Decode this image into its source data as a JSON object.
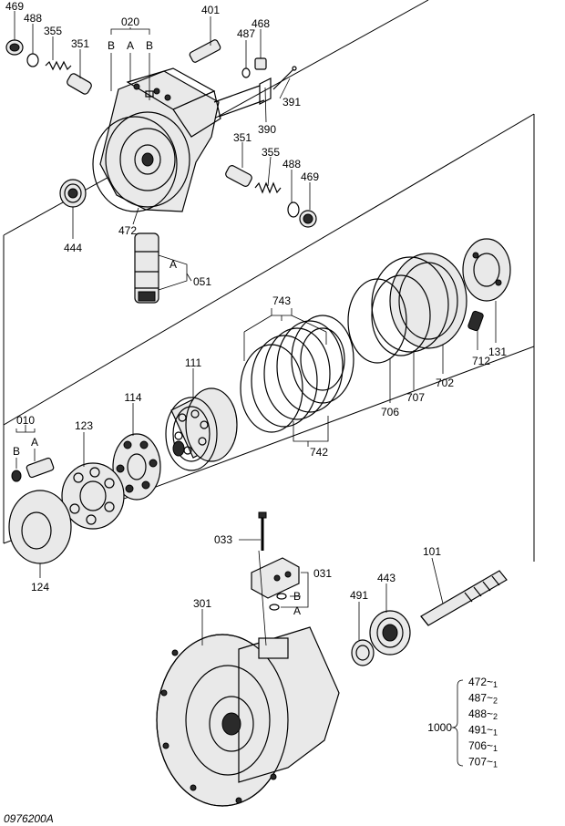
{
  "drawing_id": "0976200A",
  "labels": {
    "p469a": "469",
    "p488a": "488",
    "p355a": "355",
    "p351a": "351",
    "p020": "020",
    "subB1": "B",
    "subA1": "A",
    "subB2": "B",
    "p401": "401",
    "p468": "468",
    "p487": "487",
    "p391": "391",
    "p390": "390",
    "p351b": "351",
    "p355b": "355",
    "p488b": "488",
    "p469b": "469",
    "p472": "472",
    "p444": "444",
    "p051": "051",
    "subA2": "A",
    "p743": "743",
    "p111": "111",
    "p114": "114",
    "p123": "123",
    "p010": "010",
    "subB3": "B",
    "subA3": "A",
    "p124": "124",
    "p742": "742",
    "p706": "706",
    "p707": "707",
    "p702": "702",
    "p712": "712",
    "p131": "131",
    "p033": "033",
    "p031": "031",
    "subB4": "B",
    "subA4": "A",
    "p101": "101",
    "p301": "301",
    "p491": "491",
    "p443": "443"
  },
  "kit": {
    "number": "1000",
    "items": [
      {
        "part": "472",
        "qty": "1"
      },
      {
        "part": "487",
        "qty": "2"
      },
      {
        "part": "488",
        "qty": "2"
      },
      {
        "part": "491",
        "qty": "1"
      },
      {
        "part": "706",
        "qty": "1"
      },
      {
        "part": "707",
        "qty": "1"
      }
    ]
  }
}
